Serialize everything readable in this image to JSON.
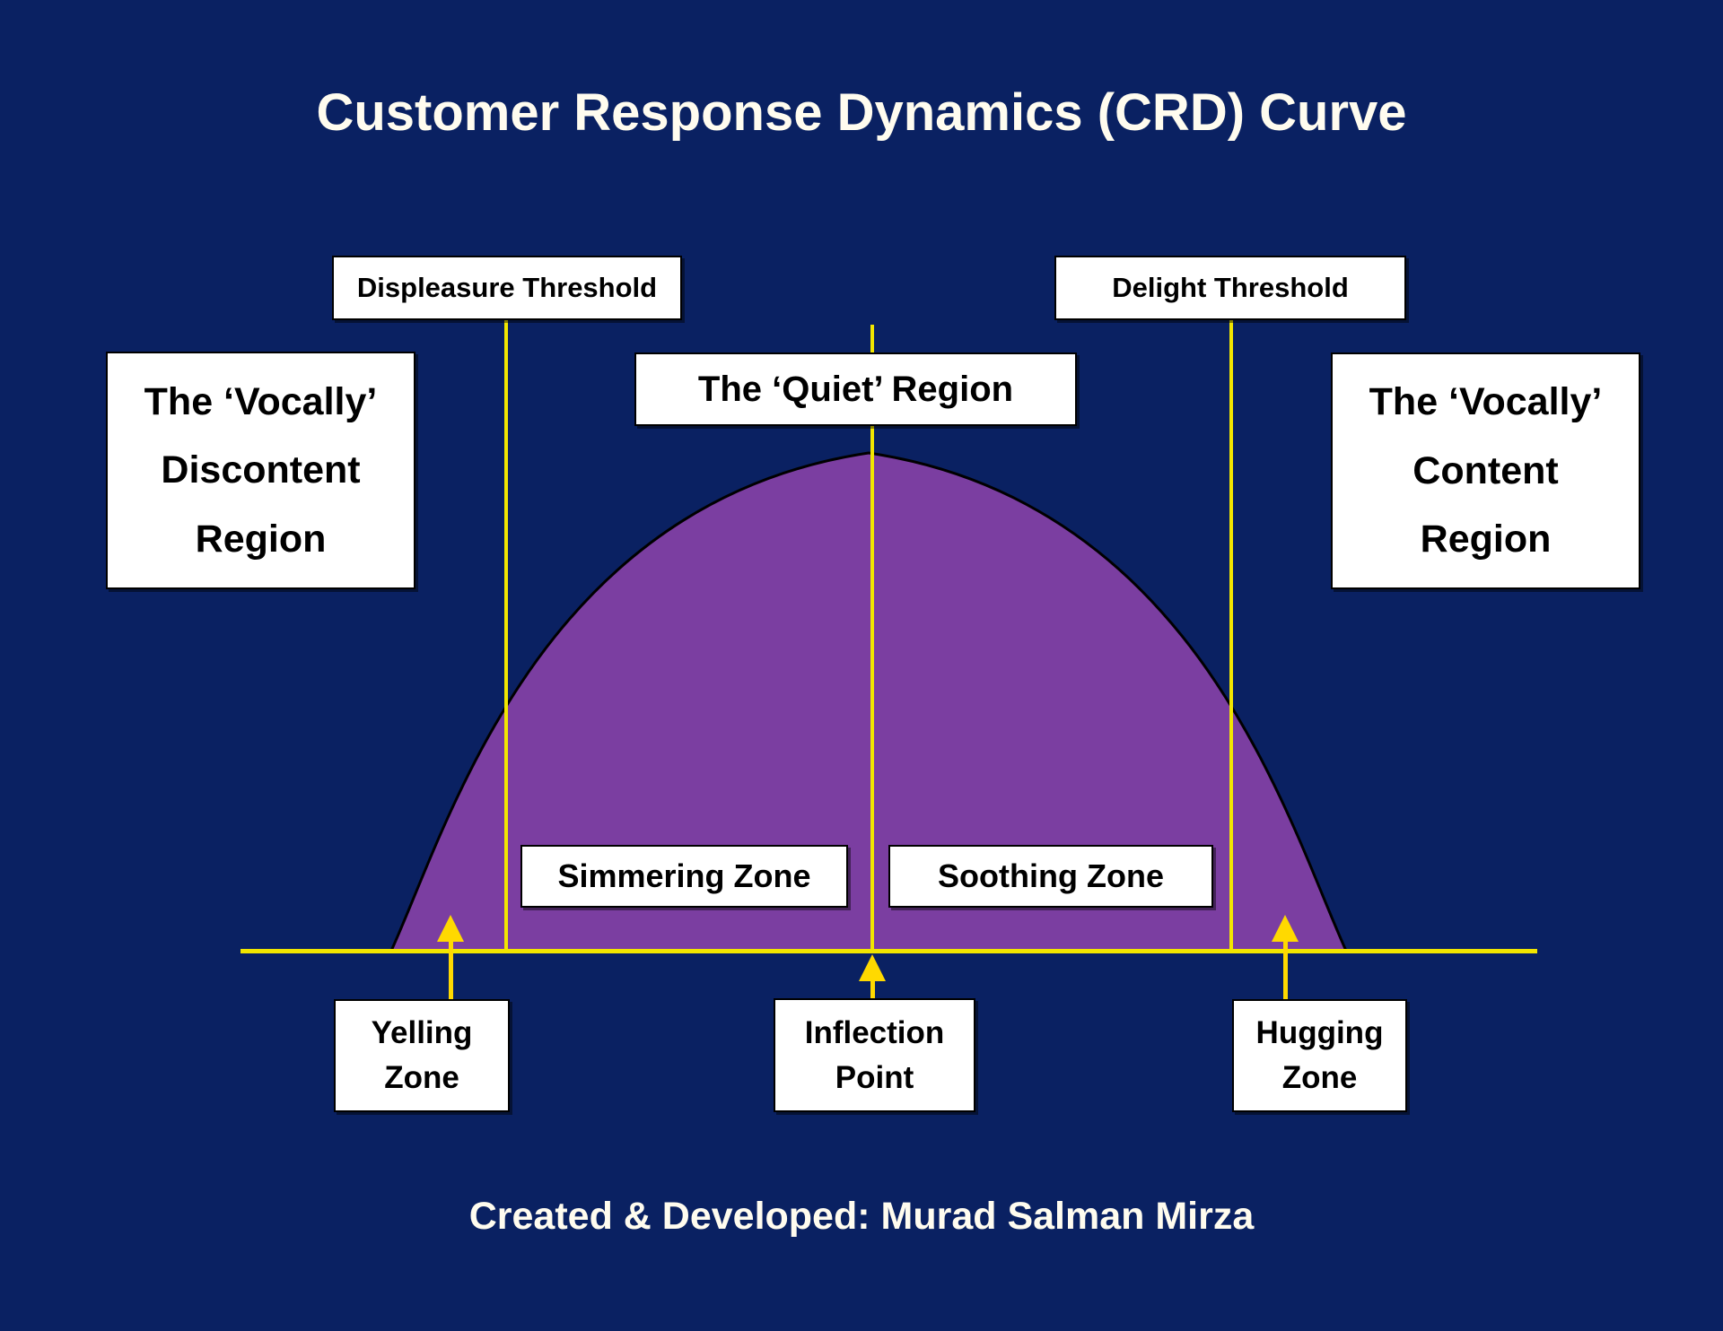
{
  "title": "Customer Response Dynamics (CRD) Curve",
  "credit": "Created & Developed: Murad Salman Mirza",
  "thresholds": {
    "displeasure": "Displeasure Threshold",
    "delight": "Delight Threshold"
  },
  "regions": {
    "discontent": {
      "line1": "The ‘Vocally’",
      "line2": "Discontent",
      "line3": "Region"
    },
    "quiet": "The ‘Quiet’ Region",
    "content": {
      "line1": "The ‘Vocally’",
      "line2": "Content",
      "line3": "Region"
    }
  },
  "zones": {
    "simmering": "Simmering Zone",
    "soothing": "Soothing Zone"
  },
  "markers": {
    "yelling": {
      "line1": "Yelling",
      "line2": "Zone"
    },
    "inflection": {
      "line1": "Inflection",
      "line2": "Point"
    },
    "hugging": {
      "line1": "Hugging",
      "line2": "Zone"
    }
  },
  "colors": {
    "background": "#0A2162",
    "curve_fill": "#7B3EA1",
    "curve_stroke": "#000000",
    "line_yellow": "#F2E600",
    "arrow_yellow": "#FFD900",
    "box_background": "#FFFFFF",
    "box_border": "#000000",
    "box_text": "#000000",
    "light_text": "#FFFCEF"
  }
}
